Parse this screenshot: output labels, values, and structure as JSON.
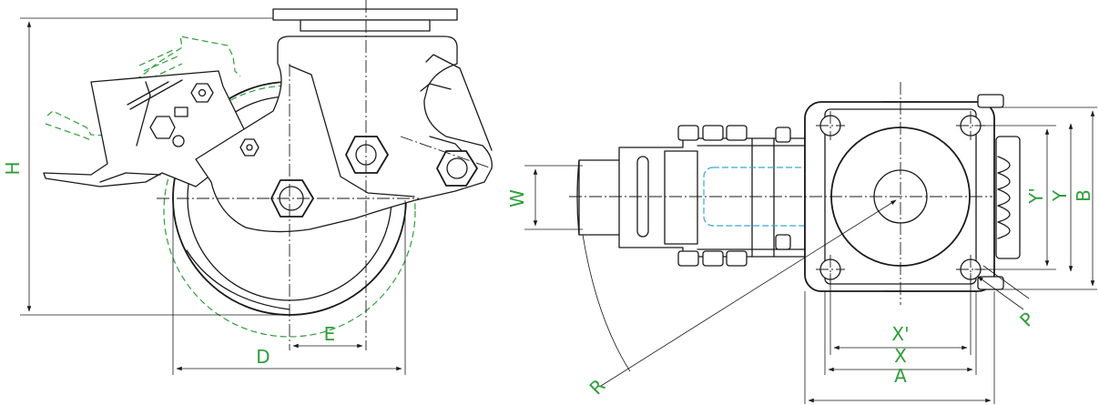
{
  "labels": {
    "H": "H",
    "D": "D",
    "E": "E",
    "W": "W",
    "R": "R",
    "X_prime": "X'",
    "X": "X",
    "A": "A",
    "Y_prime": "Y'",
    "Y": "Y",
    "B": "B",
    "P": "P"
  },
  "colors": {
    "outline": "#1a1a1a",
    "dimension_label": "#2e9d3a",
    "brake_ghost": "#2e9d3a",
    "hidden_stem": "#3aa6d8"
  }
}
